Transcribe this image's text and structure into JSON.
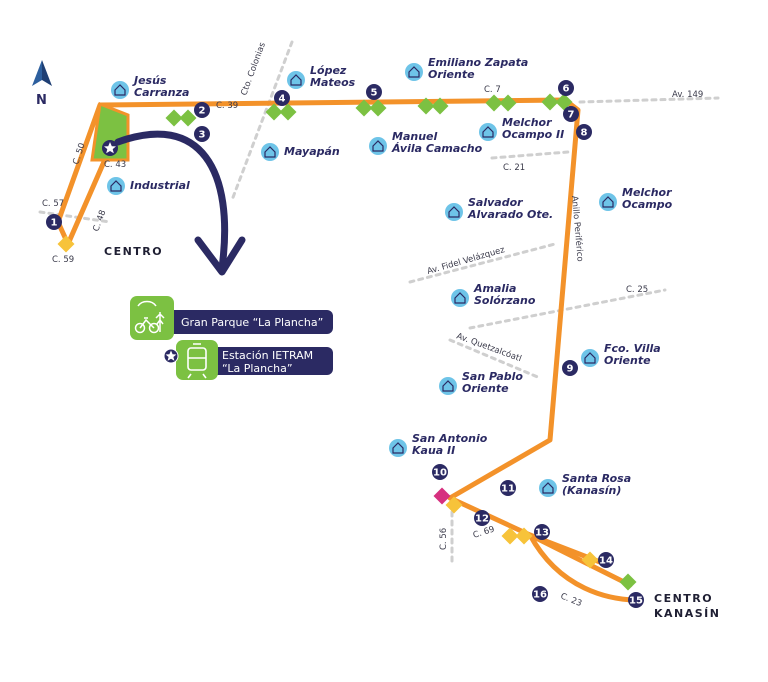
{
  "compass": {
    "label": "N"
  },
  "colors": {
    "route": "#f3922a",
    "station": "#2b2a63",
    "stop_green": "#7cc142",
    "stop_yellow": "#f7c33a",
    "stop_magenta": "#d6307f",
    "icon_blue": "#6ec4e8",
    "street_gray": "#cfcfcf",
    "legend_dark": "#2b2a63",
    "legend_green": "#7cc142"
  },
  "neighborhoods": [
    {
      "id": "jesus-carranza",
      "lines": [
        "Jesús",
        "Carranza"
      ]
    },
    {
      "id": "lopez-mateos",
      "lines": [
        "López",
        "Mateos"
      ]
    },
    {
      "id": "emiliano-zapata-oriente",
      "lines": [
        "Emiliano Zapata",
        "Oriente"
      ]
    },
    {
      "id": "mayapan",
      "lines": [
        "Mayapán"
      ]
    },
    {
      "id": "manuel-avila-camacho",
      "lines": [
        "Manuel",
        "Ávila Camacho"
      ]
    },
    {
      "id": "melchor-ocampo-ii",
      "lines": [
        "Melchor",
        "Ocampo II"
      ]
    },
    {
      "id": "industrial",
      "lines": [
        "Industrial"
      ]
    },
    {
      "id": "melchor-ocampo",
      "lines": [
        "Melchor",
        "Ocampo"
      ]
    },
    {
      "id": "salvador-alvarado-ote",
      "lines": [
        "Salvador",
        "Alvarado Ote."
      ]
    },
    {
      "id": "amalia-solorzano",
      "lines": [
        "Amalia",
        "Solórzano"
      ]
    },
    {
      "id": "fco-villa-oriente",
      "lines": [
        "Fco. Villa",
        "Oriente"
      ]
    },
    {
      "id": "san-pablo-oriente",
      "lines": [
        "San Pablo",
        "Oriente"
      ]
    },
    {
      "id": "san-antonio-kaua-ii",
      "lines": [
        "San Antonio",
        "Kaua II"
      ]
    },
    {
      "id": "santa-rosa-kanasin",
      "lines": [
        "Santa Rosa",
        "(Kanasín)"
      ]
    }
  ],
  "streets": [
    {
      "id": "c-39",
      "label": "C. 39"
    },
    {
      "id": "c-7",
      "label": "C. 7"
    },
    {
      "id": "av-149",
      "label": "Av. 149"
    },
    {
      "id": "cto-colonias",
      "label": "Cto. Colonias"
    },
    {
      "id": "c-50",
      "label": "C. 50"
    },
    {
      "id": "c-43",
      "label": "C. 43"
    },
    {
      "id": "c-57",
      "label": "C. 57"
    },
    {
      "id": "c-48",
      "label": "C. 48"
    },
    {
      "id": "c-59",
      "label": "C. 59"
    },
    {
      "id": "c-21",
      "label": "C. 21"
    },
    {
      "id": "anillo-periferico",
      "label": "Anillo Periférico"
    },
    {
      "id": "av-fidel-velazquez",
      "label": "Av. Fidel Velázquez"
    },
    {
      "id": "c-25",
      "label": "C. 25"
    },
    {
      "id": "av-quetzalcoatl",
      "label": "Av. Quetzalcóatl"
    },
    {
      "id": "c-56",
      "label": "C. 56"
    },
    {
      "id": "c-69",
      "label": "C. 69"
    },
    {
      "id": "c-23",
      "label": "C. 23"
    }
  ],
  "stations": [
    "1",
    "2",
    "3",
    "4",
    "5",
    "6",
    "7",
    "8",
    "9",
    "10",
    "11",
    "12",
    "13",
    "14",
    "15",
    "16"
  ],
  "places": {
    "centro": "CENTRO",
    "centro_kanasin": [
      "CENTRO",
      "KANASÍN"
    ]
  },
  "legend": {
    "park": "Gran Parque “La Plancha”",
    "ietram": [
      "Estación IETRAM",
      "“La Plancha”"
    ]
  }
}
